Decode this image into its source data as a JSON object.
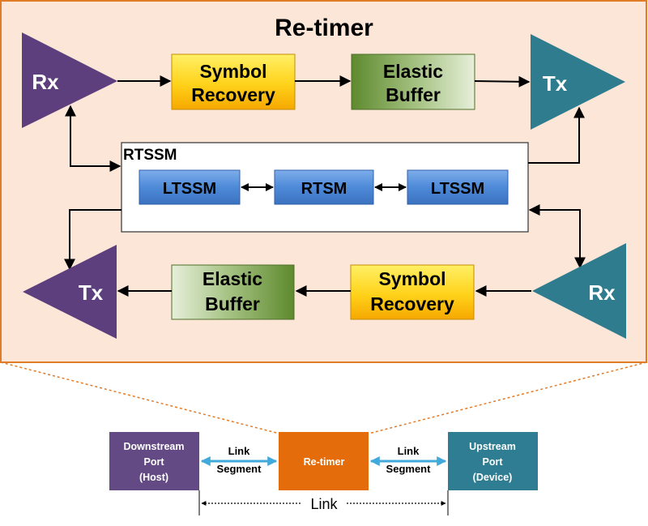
{
  "title": "Re-timer",
  "rtssm": {
    "label": "RTSSM",
    "blocks": [
      "LTSSM",
      "RTSM",
      "LTSSM"
    ]
  },
  "top_path": {
    "rx": "Rx",
    "symbol_recovery": [
      "Symbol",
      "Recovery"
    ],
    "elastic_buffer": [
      "Elastic",
      "Buffer"
    ],
    "tx": "Tx"
  },
  "bottom_path": {
    "tx": "Tx",
    "elastic_buffer": [
      "Elastic",
      "Buffer"
    ],
    "symbol_recovery": [
      "Symbol",
      "Recovery"
    ],
    "rx": "Rx"
  },
  "link_diagram": {
    "downstream": [
      "Downstream",
      "Port",
      "(Host)"
    ],
    "retimer": "Re-timer",
    "upstream": [
      "Upstream",
      "Port",
      "(Device)"
    ],
    "segment_left": [
      "Link",
      "Segment"
    ],
    "segment_right": [
      "Link",
      "Segment"
    ],
    "link": "Link"
  },
  "colors": {
    "panel_border": "#E07B28",
    "panel_fill": "#FBE6D7",
    "rx_tx_purple": "#5E3F7E",
    "rx_tx_teal": "#2F7C8F",
    "symbol_yellow": "#FFC000",
    "elastic_green": "#70933A",
    "ltssm_blue": "#4A86D4",
    "downstream_box": "#644A84",
    "retimer_box": "#E46C0A",
    "upstream_box": "#2E7D92",
    "segment_arrow": "#42A9DB"
  }
}
